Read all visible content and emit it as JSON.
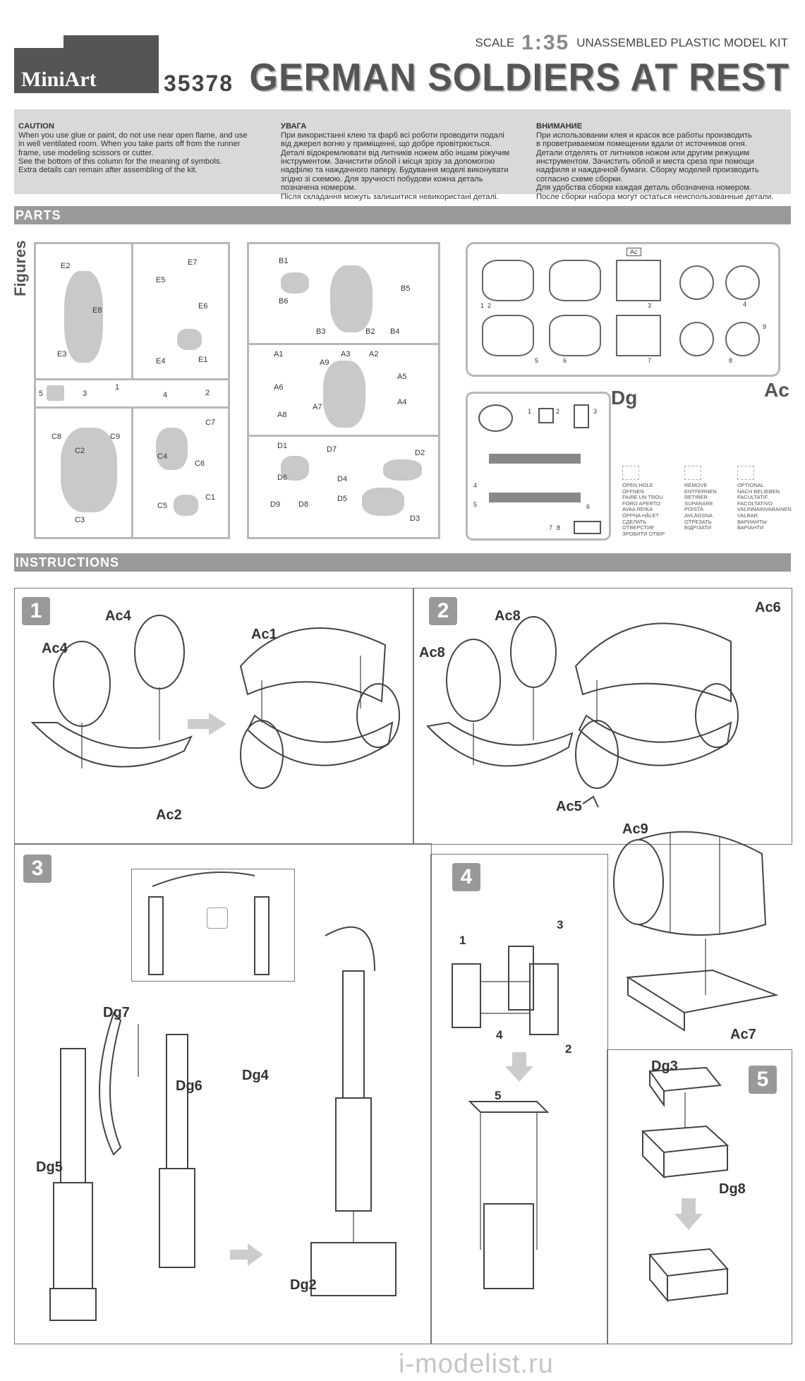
{
  "header": {
    "brand": "MiniArt",
    "kit_number": "35378",
    "scale_prefix": "SCALE",
    "scale_value": "1:35",
    "kit_type": "UNASSEMBLED PLASTIC MODEL KIT",
    "title": "GERMAN SOLDIERS AT REST"
  },
  "caution": {
    "en_title": "CAUTION",
    "en_text": "When you use glue or paint, do not use near open flame, and use\nin well ventilated room. When you take parts off from the runner\nframe, use modeling scissors or cutter.\nSee the bottom of this column for the meaning of symbols.\nExtra details can remain after assembling of the kit.",
    "ua_title": "УВАГА",
    "ua_text": "При використанні клею та фарб всі роботи проводити подалі\nвід джерел вогню у приміщенні, що добре провітрюється.\nДеталі відокремлювати від литників ножем або іншим ріжучим\nінструментом. Зачистити облой і місця зрізу за допомогою\nнадфілю та наждачного паперу. Будування моделі виконувати\nзгідно зі схемою. Для зручності побудови кожна деталь\nпозначена номером.\nПісля складання можуть залишитися невикористані деталі.",
    "ru_title": "ВНИМАНИЕ",
    "ru_text": "При использовании клея и красок все работы производить\nв проветриваемом помещении вдали от источников огня.\nДетали отделять от литников ножом или другим режущим\nинструментом. Зачистить облой и места среза при помощи\nнадфиля и наждачной бумаги. Сборку моделей производить\nсогласно схеме сборки.\nДля удобства сборки каждая деталь обозначена номером.\nПосле сборки набора могут остаться неиспользованные детали."
  },
  "sections": {
    "parts": "PARTS",
    "instructions": "INSTRUCTIONS"
  },
  "parts": {
    "figures_label": "Figures",
    "sprue_left_labels": [
      "E2",
      "E5",
      "E7",
      "E6",
      "E8",
      "E3",
      "E4",
      "E1",
      "5",
      "3",
      "1",
      "4",
      "2",
      "C8",
      "C9",
      "C7",
      "C2",
      "C4",
      "C6",
      "C5",
      "C1",
      "C3"
    ],
    "sprue_mid_labels": [
      "B1",
      "B5",
      "B6",
      "B3",
      "B2",
      "B4",
      "A1",
      "A9",
      "A3",
      "A2",
      "A6",
      "A5",
      "A8",
      "A7",
      "A4",
      "D1",
      "D7",
      "D4",
      "D2",
      "D6",
      "D5",
      "D9",
      "D8",
      "D3"
    ],
    "ac_label": "Ac",
    "ac_sprue_tag": "Ac",
    "ac_numbers": [
      "1",
      "2",
      "3",
      "4",
      "5",
      "6",
      "7",
      "8",
      "9"
    ],
    "dg_label": "Dg",
    "dg_numbers": [
      "1",
      "2",
      "3",
      "4",
      "5",
      "6",
      "7",
      "8"
    ],
    "symbols_legend": [
      "OPEN HOLE\nOFFNEN\nFAIRE UN TROU\nFORO APERTO\nAVAA REIKA\nÖPPNA HÅLET\nСДЕЛАТЬ ОТВЕРСТИЕ\nЗРОБИТИ ОТВІР",
      "REMOVE\nENTFERNEN\nRETIRER\nSUPARARE\nPOISTA\nAVLÄGSNA\nОТРЕЗАТЬ\nВІДРІЗАТИ",
      "OPTIONAL\nNACH BELIEBEN\nFACULTATIF\nFACOLTATIVO\nVALINNAINVARAINEN\nVALBAR\nВАРИАНТЫ\nВАРІАНТИ"
    ]
  },
  "steps": [
    {
      "number": "1",
      "callouts": [
        "Ac4",
        "Ac4",
        "Ac1",
        "Ac2"
      ]
    },
    {
      "number": "2",
      "callouts": [
        "Ac8",
        "Ac8",
        "Ac6",
        "Ac5",
        "Ac9"
      ]
    },
    {
      "number": "3",
      "callouts": [
        "Dg7",
        "Dg6",
        "Dg4",
        "Dg5",
        "Dg2"
      ]
    },
    {
      "number": "4",
      "callouts": [
        "3",
        "1",
        "4",
        "2",
        "5",
        "Ac7"
      ]
    },
    {
      "number": "5",
      "callouts": [
        "Dg3",
        "Dg8"
      ]
    }
  ],
  "watermark": "i-modelist.ru"
}
